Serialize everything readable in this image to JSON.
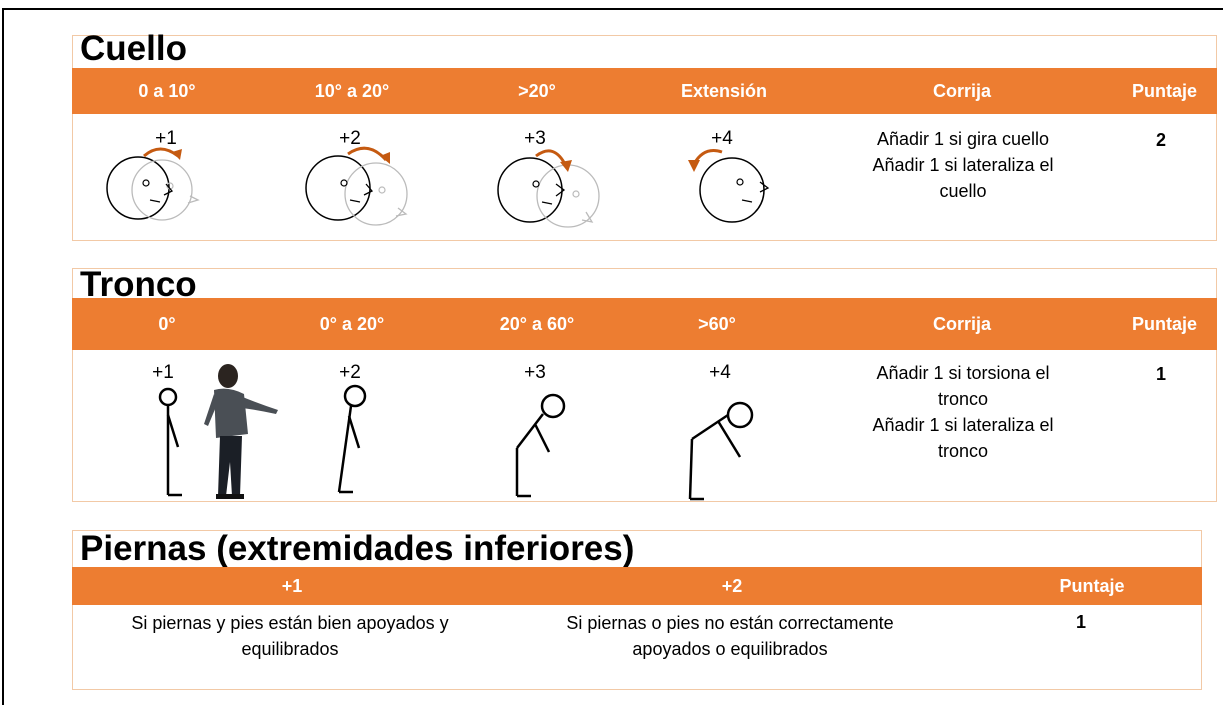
{
  "colors": {
    "header_bg": "#ed7d31",
    "header_text": "#ffffff",
    "arrow": "#c55a11",
    "section_border": "#f2c9a6"
  },
  "cuello": {
    "title": "Cuello",
    "headers": [
      "0 a 10°",
      "10° a 20°",
      ">20°",
      "Extensión",
      "Corrija",
      "Puntaje"
    ],
    "levels": [
      "+1",
      "+2",
      "+3",
      "+4"
    ],
    "correction": [
      "Añadir 1 si gira cuello",
      "Añadir 1 si lateraliza el",
      "cuello"
    ],
    "score": "2",
    "icons": [
      "head-flexion-icon",
      "head-flexion-icon",
      "head-flexion-icon",
      "head-extension-icon"
    ]
  },
  "tronco": {
    "title": "Tronco",
    "headers": [
      "0°",
      "0° a 20°",
      "20° a 60°",
      ">60°",
      "Corrija",
      "Puntaje"
    ],
    "levels": [
      "+1",
      "+2",
      "+3",
      "+4"
    ],
    "correction": [
      "Añadir 1 si torsiona el",
      "tronco",
      "Añadir 1 si lateraliza el",
      "tronco"
    ],
    "score": "1",
    "icons": [
      "stick-figure-upright-icon",
      "person-photo",
      "stick-figure-slight-bend-icon",
      "stick-figure-bend-icon",
      "stick-figure-deep-bend-icon"
    ]
  },
  "piernas": {
    "title": "Piernas (extremidades inferiores)",
    "headers": [
      "+1",
      "+2",
      "Puntaje"
    ],
    "options": [
      [
        "Si piernas y pies están bien apoyados y",
        "equilibrados"
      ],
      [
        "Si piernas o pies no están correctamente",
        "apoyados o equilibrados"
      ]
    ],
    "score": "1"
  }
}
